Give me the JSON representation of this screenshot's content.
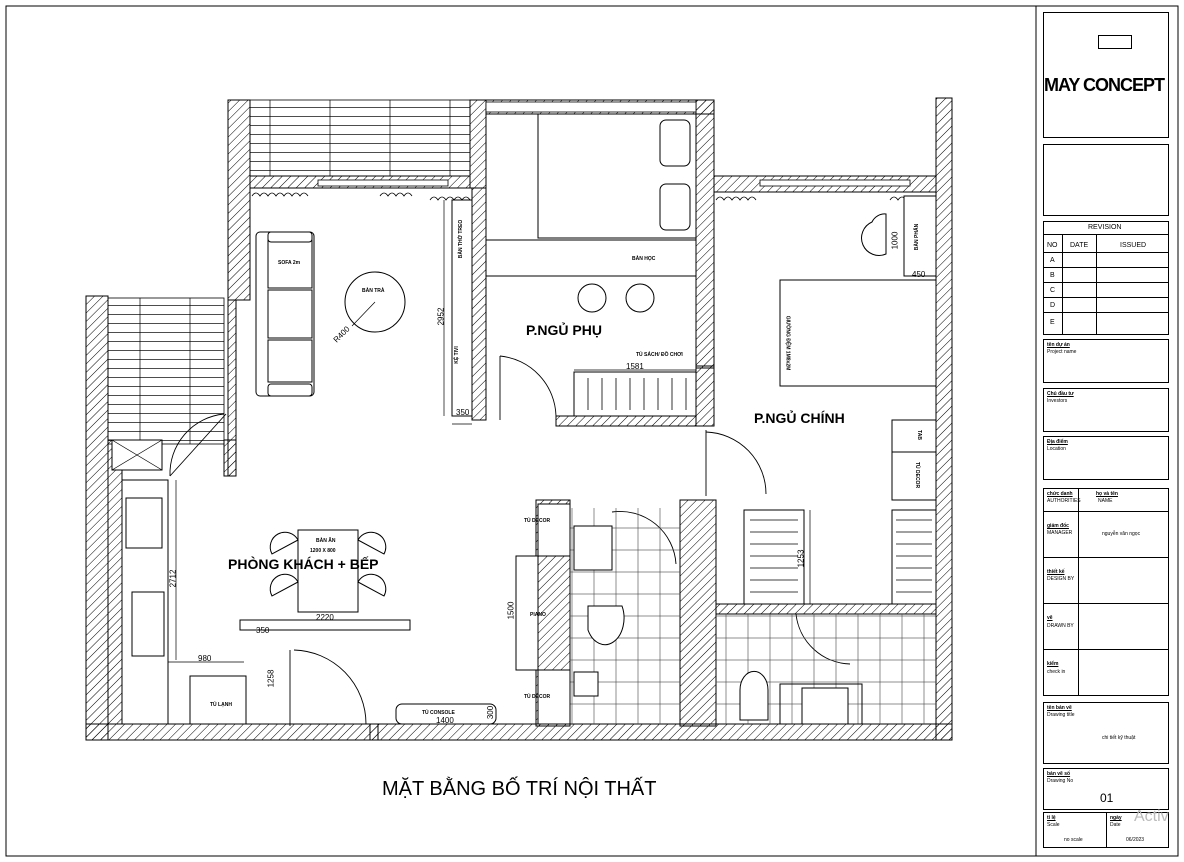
{
  "drawing": {
    "title": "MẶT BẰNG BỐ TRÍ NỘI THẤT",
    "rooms": {
      "living": "PHÒNG KHÁCH + BẾP",
      "secondary_bedroom": "P.NGỦ PHỤ",
      "master_bedroom": "P.NGỦ CHÍNH"
    },
    "furniture": {
      "sofa": "SOFA 2m",
      "coffee_table": "BÀN TRÀ",
      "tv_shelf": "KỆ TIVI",
      "altar_cabinet": "BÀN THỜ TREO",
      "desk": "BÀN HỌC",
      "bookshelf": "TỦ SÁCH/ ĐỒ CHƠI",
      "bed": "GIƯỜNG ĐỆM 1M8x2M",
      "dressing_table": "BÀN PHẤN",
      "tab": "TAB",
      "decor_cabinet_bedroom": "TỦ DECOR",
      "dining_table": "BÀN ĂN",
      "dining_size": "1200 X 800",
      "decor_cabinet_top": "TỦ DECOR",
      "piano": "PIANO",
      "decor_cabinet_bottom": "TỦ DECOR",
      "console": "TỦ CONSOLE",
      "fridge": "TỦ LẠNH"
    },
    "dimensions": {
      "radius": "R400",
      "tv_wall": "2952",
      "tv_depth": "350",
      "bookshelf_width": "1581",
      "dressing_width": "1000",
      "dressing_depth": "450",
      "wardrobe_len": "1253",
      "kitchen_len": "2712",
      "dining_width": "2220",
      "counter_depth": "350",
      "kitchen_gap": "980",
      "fridge_wall": "1258",
      "piano_len": "1500",
      "console_width": "1400",
      "console_depth": "300"
    }
  },
  "title_block": {
    "logo": "MAY CONCEPT",
    "revision": {
      "heading": "REVISION",
      "headers": [
        "NO",
        "DATE",
        "ISSUED"
      ],
      "rows": [
        "A",
        "B",
        "C",
        "D",
        "E"
      ]
    },
    "project_name": {
      "vi": "tên dự án",
      "en": "Project name"
    },
    "investors": {
      "vi": "Chủ đầu tư",
      "en": "Investors"
    },
    "location": {
      "vi": "Địa điểm",
      "en": "Location"
    },
    "authorities": {
      "vi": "chức danh",
      "en": "AUTHORITIES",
      "name_vi": "họ và tên",
      "name_en": "NAME"
    },
    "manager": {
      "vi": "giám đốc",
      "en": "MANAGER",
      "value": "nguyễn văn ngọc"
    },
    "design_by": {
      "vi": "thiết kế",
      "en": "DESIGN BY"
    },
    "drawn_by": {
      "vi": "vẽ",
      "en": "DRAWN BY"
    },
    "check_in": {
      "vi": "kiểm",
      "en": "check in"
    },
    "drawing_title": {
      "vi": "tên bản vẽ",
      "en": "Drawing title",
      "value": "chi tiết kỹ thuật"
    },
    "drawing_no": {
      "vi": "bản vẽ số",
      "en": "Drawing No",
      "value": "01"
    },
    "scale": {
      "vi": "tỉ lệ",
      "en": "Scale",
      "value": "no scale"
    },
    "date": {
      "vi": "ngày",
      "en": "Date",
      "value": "06/2023"
    }
  },
  "watermark": "Activ"
}
